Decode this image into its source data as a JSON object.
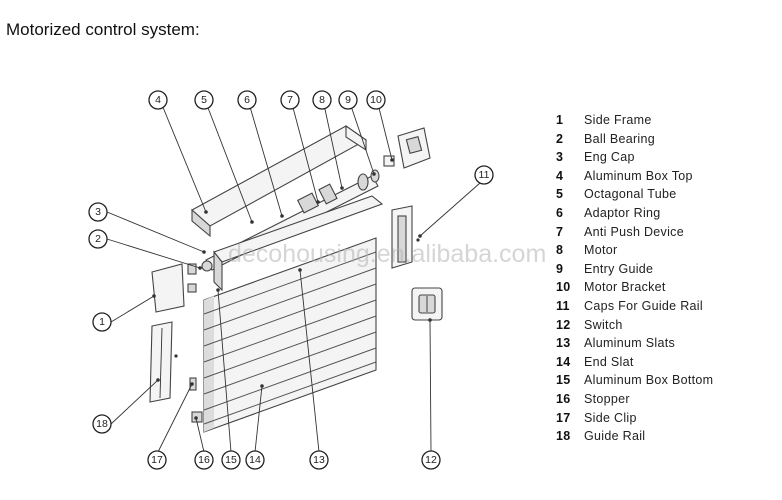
{
  "title": "Motorized control system:",
  "watermark": "decohousing.en.alibaba.com",
  "parts": [
    {
      "number": "1",
      "label": "Side Frame"
    },
    {
      "number": "2",
      "label": "Ball Bearing"
    },
    {
      "number": "3",
      "label": "Eng Cap"
    },
    {
      "number": "4",
      "label": "Aluminum Box Top"
    },
    {
      "number": "5",
      "label": "Octagonal Tube"
    },
    {
      "number": "6",
      "label": "Adaptor Ring"
    },
    {
      "number": "7",
      "label": "Anti Push Device"
    },
    {
      "number": "8",
      "label": "Motor"
    },
    {
      "number": "9",
      "label": "Entry Guide"
    },
    {
      "number": "10",
      "label": "Motor Bracket"
    },
    {
      "number": "11",
      "label": "Caps For Guide Rail"
    },
    {
      "number": "12",
      "label": "Switch"
    },
    {
      "number": "13",
      "label": "Aluminum Slats"
    },
    {
      "number": "14",
      "label": "End Slat"
    },
    {
      "number": "15",
      "label": "Aluminum Box Bottom"
    },
    {
      "number": "16",
      "label": "Stopper"
    },
    {
      "number": "17",
      "label": "Side Clip"
    },
    {
      "number": "18",
      "label": "Guide Rail"
    }
  ]
}
